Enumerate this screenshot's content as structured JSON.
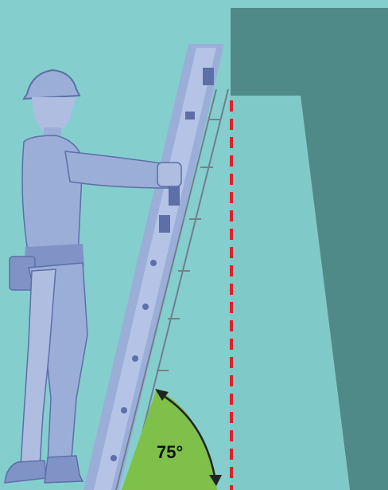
{
  "diagram": {
    "angle_label": "75°",
    "angle_degrees": 75,
    "colors": {
      "background": "#85cece",
      "wall_dark": "#4f8a88",
      "wall_light": "#7fc9c8",
      "worker": "#9aaed8",
      "worker_dark": "#5c6fa8",
      "ladder_rail": "#6f7f8f",
      "ladder_rung": "#7a7f86",
      "vertical_reference": "#e0202a",
      "angle_fill": "#7ec04a",
      "angle_arrow": "#222222",
      "label_text": "#111111"
    },
    "icons": {
      "worker": "construction-worker-hard-hat",
      "ladder": "extension-ladder"
    }
  }
}
